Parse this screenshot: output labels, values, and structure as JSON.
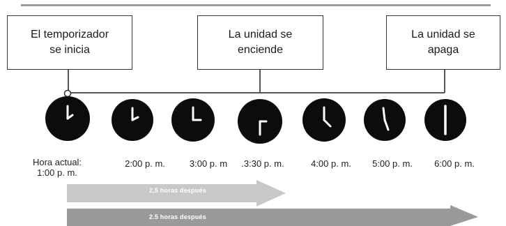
{
  "events": {
    "start": "El temporizador\nse inicia",
    "on": "La unidad se\nenciende",
    "off": "La unidad se\napaga"
  },
  "times": [
    "Hora actual:\n1:00 p. m.",
    "2:00 p. m.",
    "3:00 p. m",
    ".3:30 p. m.",
    "4:00 p. m.",
    "5:00 p. m.",
    "6:00 p. m."
  ],
  "arrows": {
    "first": "2,5 horas después",
    "second": "2.5 horas después"
  },
  "colors": {
    "clock_face": "#0c0c0c",
    "clock_hand": "#ffffff",
    "line": "#555555",
    "arrow_light": "#c8c8c8",
    "arrow_dark": "#9a9a9a"
  }
}
